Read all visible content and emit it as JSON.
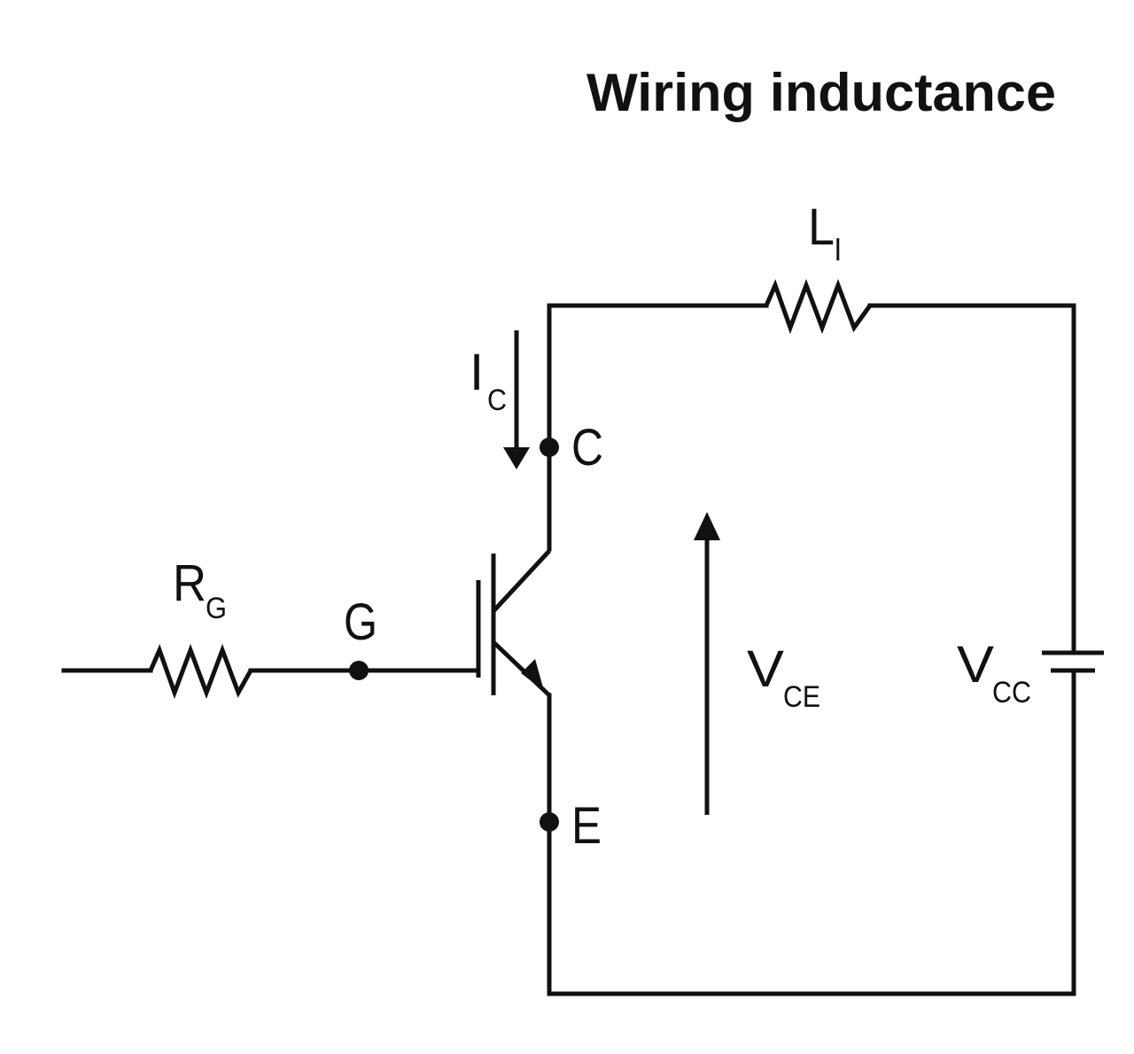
{
  "title": "Wiring inductance",
  "labels": {
    "inductance": {
      "main": "L",
      "sub": "l"
    },
    "collector_current": {
      "main": "I",
      "sub": "C"
    },
    "collector": "C",
    "gate": "G",
    "emitter": "E",
    "gate_resistor": {
      "main": "R",
      "sub": "G"
    },
    "vce": {
      "main": "V",
      "sub": "CE"
    },
    "vcc": {
      "main": "V",
      "sub": "CC"
    }
  }
}
